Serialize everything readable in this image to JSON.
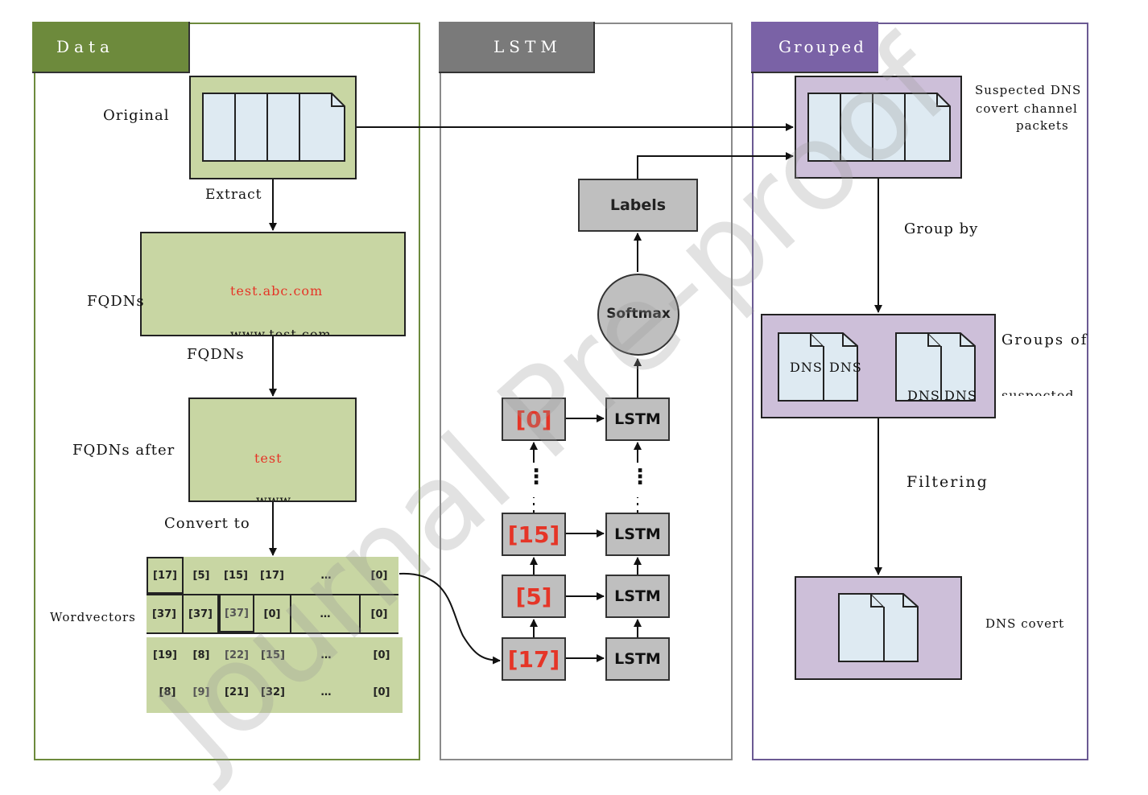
{
  "panels": {
    "data": {
      "title": "Data",
      "color": "#6d8a3c"
    },
    "lstm": {
      "title": "LSTM",
      "color": "#7a7a7a"
    },
    "grouped": {
      "title": "Grouped",
      "color": "#7a62a6"
    }
  },
  "data_panel": {
    "original_label": "Original",
    "extract_label": "Extract",
    "fqdns_label": "FQDNs",
    "fqdns_box_line1": "test.abc.com",
    "fqdns_box_line2": "www.test.com",
    "fqdns_below": "FQDNs",
    "after_label": "FQDNs after",
    "after_box_line1": "test",
    "after_box_line2": "www",
    "convert_label": "Convert to",
    "wordvectors_label": "Wordvectors",
    "rows": [
      [
        "[17]",
        "[5]",
        "[15]",
        "[17]",
        "…",
        "[0]"
      ],
      [
        "[37]",
        "[37]",
        "[37]",
        "[0]",
        "…",
        "[0]"
      ],
      [
        "[19]",
        "[8]",
        "[22]",
        "[15]",
        "…",
        "[0]"
      ],
      [
        "[8]",
        "[9]",
        "[21]",
        "[32]",
        "…",
        "[0]"
      ]
    ]
  },
  "lstm_panel": {
    "inputs": [
      "[0]",
      "[15]",
      "[5]",
      "[17]"
    ],
    "cell_label": "LSTM",
    "softmax": "Softmax",
    "labels": "Labels",
    "dots": "⋮"
  },
  "grouped_panel": {
    "suspected_line1": "Suspected DNS",
    "suspected_line2": "covert channel",
    "suspected_line3": "packets",
    "group_by": "Group by",
    "groups_of": "Groups of",
    "suspected_cut": "suspected",
    "dns_a": "DNS",
    "dns_b": "DNS",
    "dns_c": "DNS",
    "dns_d": "DNS",
    "filtering": "Filtering",
    "dns_covert": "DNS covert"
  },
  "watermark": "Journal Pre-proof",
  "colors": {
    "green_box": "#c8d6a3",
    "purple_box": "#cdbfd9",
    "gray_box": "#bfbfbf",
    "doc_fill": "#deeaf2",
    "accent_red": "#e53527"
  }
}
